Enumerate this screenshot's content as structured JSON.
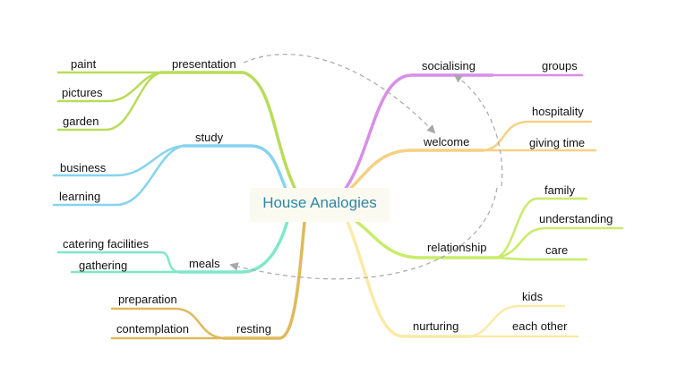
{
  "center": {
    "title": "House Analogies"
  },
  "branches": {
    "presentation": {
      "label": "presentation",
      "color": "#b9dc5a",
      "children": {
        "paint": "paint",
        "pictures": "pictures",
        "garden": "garden"
      }
    },
    "study": {
      "label": "study",
      "color": "#86d3f0",
      "children": {
        "business": "business",
        "learning": "learning"
      }
    },
    "meals": {
      "label": "meals",
      "color": "#7ee8c8",
      "children": {
        "catering": "catering facilities",
        "gathering": "gathering"
      }
    },
    "resting": {
      "label": "resting",
      "color": "#dfb95c",
      "children": {
        "preparation": "preparation",
        "contemplation": "contemplation"
      }
    },
    "socialising": {
      "label": "socialising",
      "color": "#d88ee8",
      "children": {
        "groups": "groups"
      }
    },
    "welcome": {
      "label": "welcome",
      "color": "#f6d083",
      "children": {
        "hospitality": "hospitality",
        "giving_time": "giving time"
      }
    },
    "relationship": {
      "label": "relationship",
      "color": "#c8ec6a",
      "children": {
        "family": "family",
        "understanding": "understanding",
        "care": "care"
      }
    },
    "nurturing": {
      "label": "nurturing",
      "color": "#faeaa6",
      "children": {
        "kids": "kids",
        "each_other": "each other"
      }
    }
  },
  "connectors": [
    {
      "from": "presentation",
      "to": "welcome",
      "style": "dashed-arrow"
    },
    {
      "from": "relationship",
      "to": "socialising",
      "style": "dashed-arrow"
    },
    {
      "from": "relationship",
      "to": "meals",
      "style": "dashed-arrow"
    }
  ]
}
